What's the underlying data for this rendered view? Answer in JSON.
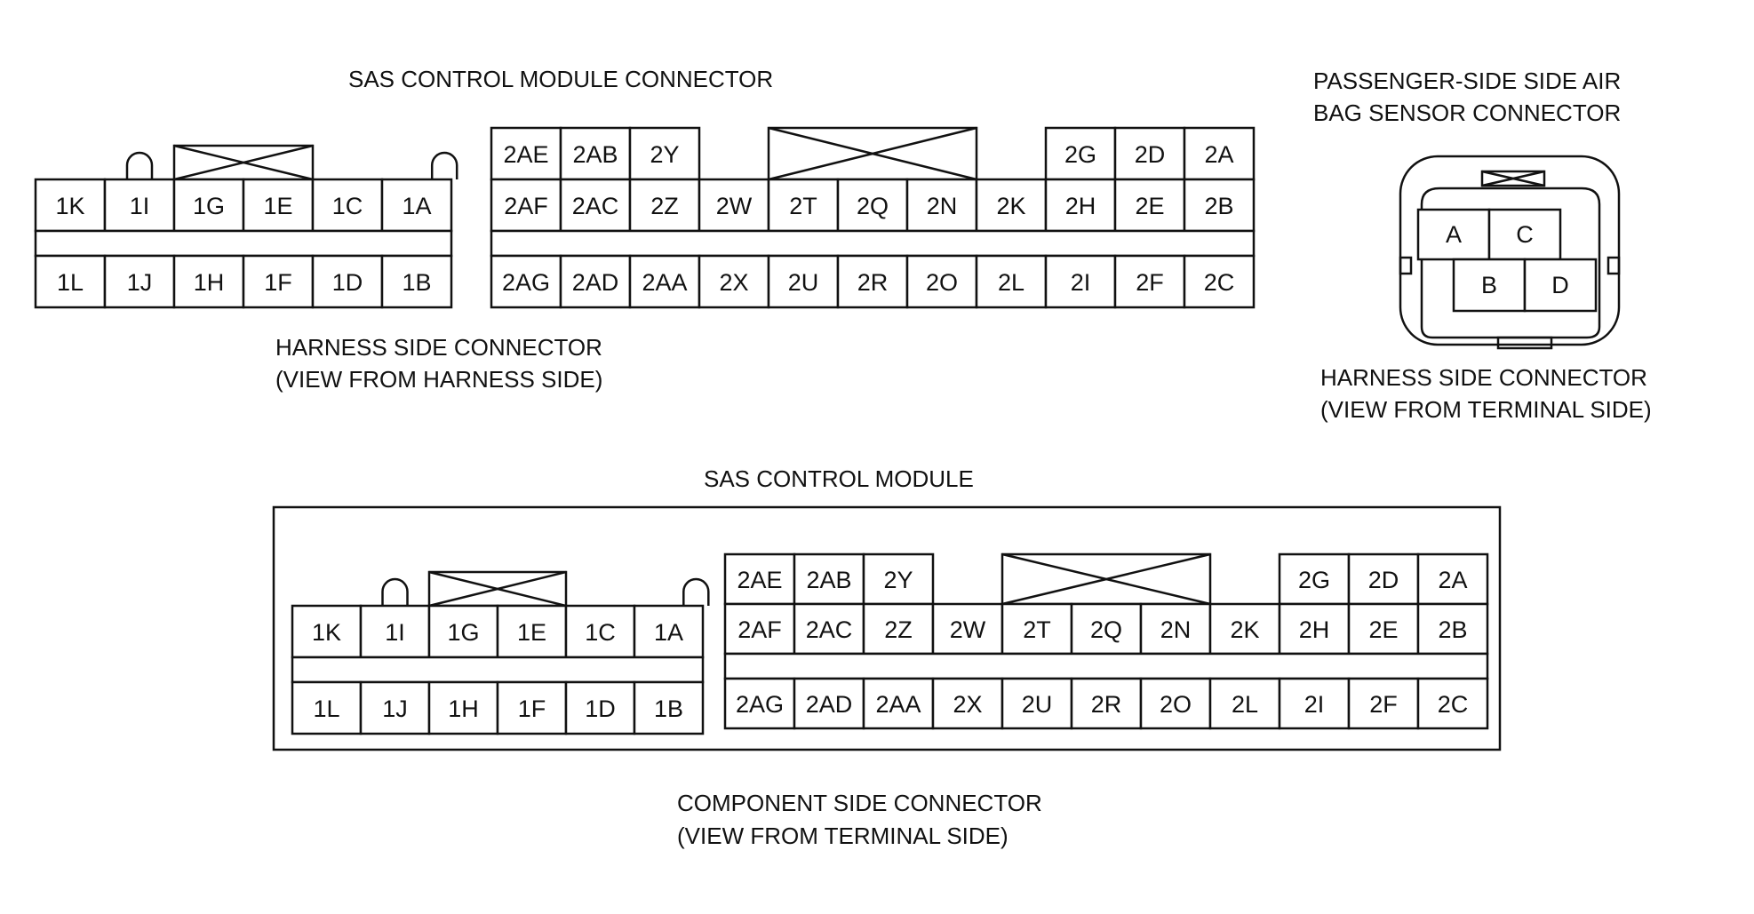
{
  "titles": {
    "sas_connector": "SAS CONTROL MODULE CONNECTOR",
    "passenger_line1": "PASSENGER-SIDE SIDE AIR",
    "passenger_line2": "BAG SENSOR CONNECTOR",
    "sas_module": "SAS CONTROL MODULE"
  },
  "captions": {
    "harness_top_line1": "HARNESS SIDE CONNECTOR",
    "harness_top_line2": "(VIEW FROM HARNESS SIDE)",
    "passenger_line1": "HARNESS SIDE CONNECTOR",
    "passenger_line2": "(VIEW FROM TERMINAL SIDE)",
    "component_line1": "COMPONENT SIDE CONNECTOR",
    "component_line2": "(VIEW FROM TERMINAL SIDE)"
  },
  "connector1": {
    "top": [
      "1K",
      "1I",
      "1G",
      "1E",
      "1C",
      "1A"
    ],
    "bottom": [
      "1L",
      "1J",
      "1H",
      "1F",
      "1D",
      "1B"
    ]
  },
  "connector2": {
    "row1": [
      "2AE",
      "2AB",
      "2Y",
      "",
      "",
      "",
      "",
      "2G",
      "2D",
      "2A"
    ],
    "row2": [
      "2AF",
      "2AC",
      "2Z",
      "2W",
      "2T",
      "2Q",
      "2N",
      "2K",
      "2H",
      "2E",
      "2B"
    ],
    "row3": [
      "2AG",
      "2AD",
      "2AA",
      "2X",
      "2U",
      "2R",
      "2O",
      "2L",
      "2I",
      "2F",
      "2C"
    ]
  },
  "sensor": {
    "pins": [
      "A",
      "C",
      "B",
      "D"
    ]
  },
  "colors": {
    "ink": "#111111",
    "background": "#ffffff"
  }
}
